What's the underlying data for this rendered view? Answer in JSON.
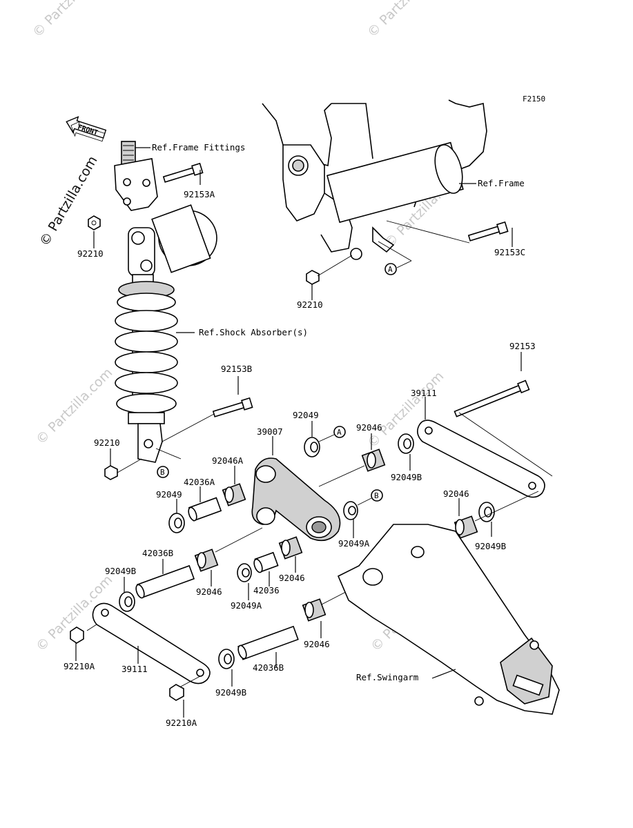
{
  "diagram": {
    "figure_code": "F2150",
    "watermark_main": "© Partzilla.com",
    "watermark_faint": "© Partzilla.com",
    "front_arrow_label": "FRONT",
    "ref_labels": {
      "frame_fittings": "Ref.Frame Fittings",
      "frame": "Ref.Frame",
      "shock_absorber": "Ref.Shock Absorber(s)",
      "swingarm": "Ref.Swingarm"
    },
    "callouts": {
      "a": "A",
      "b": "B"
    },
    "part_labels": {
      "p92153A": "92153A",
      "p92210_top": "92210",
      "p92153C": "92153C",
      "p92210_frame": "92210",
      "p92153": "92153",
      "p92153B": "92153B",
      "p39111_right": "39111",
      "p92210_shock": "92210",
      "p92049_top": "92049",
      "p39007": "39007",
      "p92046_top": "92046",
      "p92049B_right1": "92049B",
      "p92046A": "92046A",
      "p42036A": "42036A",
      "p92049_left": "92049",
      "p92046_mid": "92046",
      "p92049A_upper": "92049A",
      "p92049B_right2": "92049B",
      "p42036B_upper": "42036B",
      "p92049B_left": "92049B",
      "p92046_lower_left": "92046",
      "p42036": "42036",
      "p92046_lower_mid": "92046",
      "p92049A_lower": "92049A",
      "p92210A_left": "92210A",
      "p39111_left": "39111",
      "p92046_bottom": "92046",
      "p42036B_lower": "42036B",
      "p92049B_bottom": "92049B",
      "p92210A_bottom": "92210A"
    }
  }
}
